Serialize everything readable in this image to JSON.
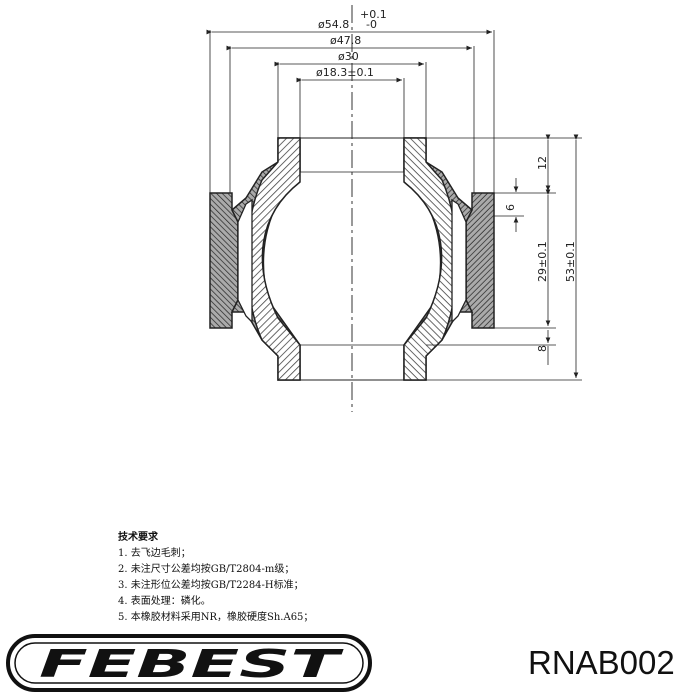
{
  "drawing": {
    "dimensions": {
      "outer_diameter": "ø54.8",
      "outer_tolerance_upper": "+0.1",
      "outer_tolerance_lower": "-0",
      "flange_diameter": "ø47.8",
      "sleeve_diameter": "ø30",
      "bore_diameter": "ø18.3±0.1",
      "height_top_section": "12",
      "step_height": "6",
      "inner_height": "29±0.1",
      "total_height": "53±0.1",
      "height_bottom_section": "8"
    }
  },
  "notes": {
    "title": "技术要求",
    "items": [
      "1. 去飞边毛刺；",
      "2. 未注尺寸公差均按GB/T2804-m级；",
      "3. 未注形位公差均按GB/T2284-H标准；",
      "4. 表面处理：磷化。",
      "5. 本橡胶材料采用NR，橡胶硬度Sh.A65；"
    ]
  },
  "brand": {
    "name": "FEBEST"
  },
  "part_number": "RNAB002"
}
